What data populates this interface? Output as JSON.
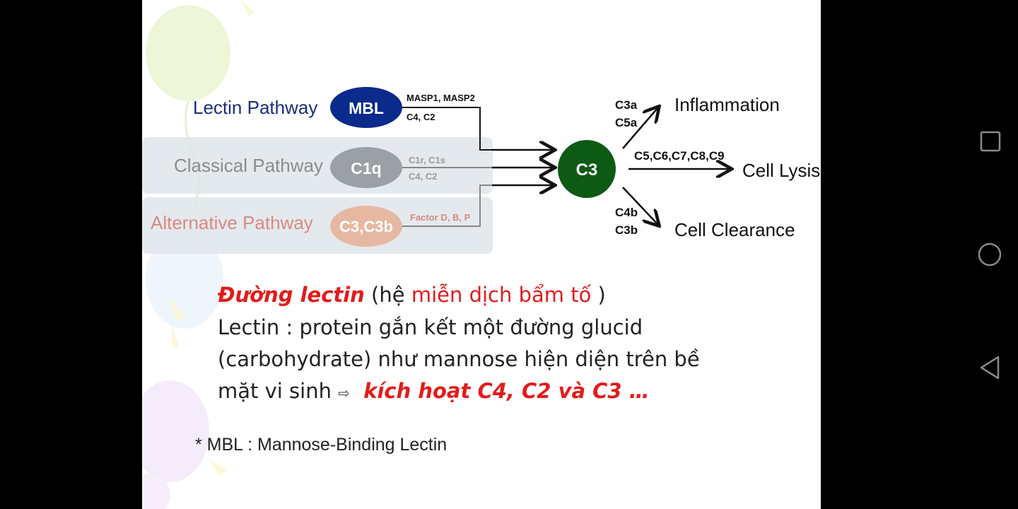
{
  "diagram": {
    "lectin_pathway": "Lectin Pathway",
    "classical_pathway": "Classical Pathway",
    "alternative_pathway": "Alternative Pathway",
    "mbl": "MBL",
    "c1q": "C1q",
    "c3c3b": "C3,C3b",
    "masp": "MASP1, MASP2",
    "c4c2_a": "C4, C2",
    "c1rc1s": "C1r, C1s",
    "c4c2_b": "C4, C2",
    "factor": "Factor D, B, P",
    "c3": "C3",
    "c3a": "C3a",
    "c5a": "C5a",
    "c5to9": "C5,C6,C7,C8,C9",
    "c4b": "C4b",
    "c3b": "C3b",
    "inflammation": "Inflammation",
    "cell_lysis": "Cell Lysis",
    "cell_clearance": "Cell Clearance"
  },
  "text": {
    "line1_a": "Đường lectin",
    "line1_b": " (hệ ",
    "line1_c": "miễn dịch bẩm tố",
    "line1_d": " )",
    "line2": "Lectin : protein gắn kết một đường glucid",
    "line3": "(carbohydrate) như mannose hiện diện trên bề",
    "line4_a": "mặt vi sinh ",
    "line4_arrow": "⇨",
    "line4_b": "kích hoạt C4, C2 và C3 …",
    "footnote": "* MBL : Mannose-Binding Lectin"
  },
  "colors": {
    "mbl_fill": "#0a2a8c",
    "c3_fill": "#0d5a14",
    "red": "#e31b1b",
    "lectin_text": "#1a2e7a"
  },
  "nav": {
    "square": "recent-apps-icon",
    "circle": "home-icon",
    "triangle": "back-icon"
  }
}
